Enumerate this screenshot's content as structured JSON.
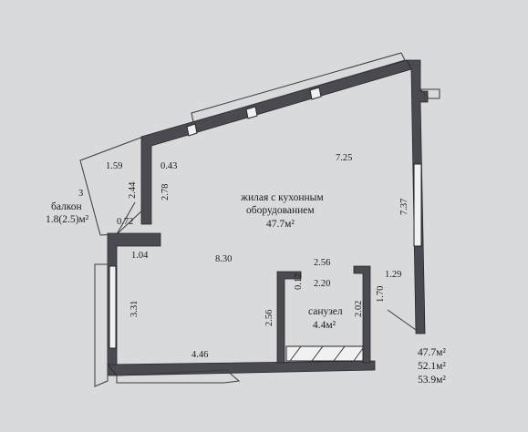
{
  "plan": {
    "balcony": {
      "number": "3",
      "name": "балкон",
      "area": "1.8(2.5)м²"
    },
    "living": {
      "line1": "жилая с кухонным",
      "line2": "оборудованием",
      "area": "47.7м²"
    },
    "bathroom": {
      "name": "санузел",
      "area": "4.4м²"
    },
    "dimensions": {
      "d_1_59": "1.59",
      "d_0_43": "0.43",
      "d_2_44": "2.44",
      "d_2_78": "2.78",
      "d_0_72": "0.72",
      "d_1_04": "1.04",
      "d_7_25": "7.25",
      "d_7_37": "7.37",
      "d_8_30": "8.30",
      "d_2_56_top": "2.56",
      "d_0_12": "0.12",
      "d_2_20": "2.20",
      "d_1_29": "1.29",
      "d_1_70": "1.70",
      "d_3_31": "3.31",
      "d_2_56_left": "2.56",
      "d_2_02": "2.02",
      "d_4_46": "4.46"
    },
    "totals": {
      "t1": "47.7м²",
      "t2": "52.1м²",
      "t3": "53.9м²"
    }
  }
}
